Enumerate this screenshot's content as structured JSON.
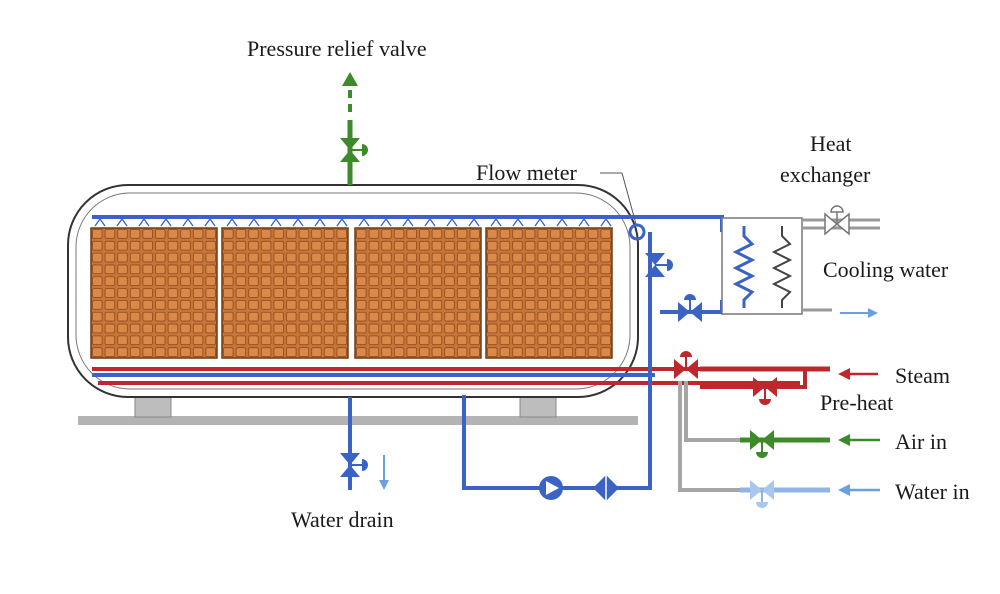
{
  "labels": {
    "pressure_relief_valve": "Pressure relief valve",
    "flow_meter": "Flow meter",
    "heat_exchanger_line1": "Heat",
    "heat_exchanger_line2": "exchanger",
    "cooling_water": "Cooling water",
    "steam": "Steam",
    "pre_heat": "Pre-heat",
    "air_in": "Air in",
    "water_in": "Water in",
    "water_drain": "Water drain"
  },
  "colors": {
    "water_line": "#3a63c4",
    "steam_line": "#c0272d",
    "air_line": "#3d8a2a",
    "water_in_line": "#8fb4e6",
    "grey_line": "#a6a6a6",
    "vessel_outline": "#333333",
    "cartons": "#c8753a",
    "carton_grid": "#8e4b1c",
    "arrow_steam": "#c0272d",
    "arrow_air": "#3d8a2a",
    "arrow_water": "#6aa0e0"
  },
  "icons": {
    "valve": "valve-icon",
    "pump": "pump-icon",
    "flow_meter": "flow-meter-icon",
    "heat_exchanger": "heat-exchanger-icon"
  }
}
